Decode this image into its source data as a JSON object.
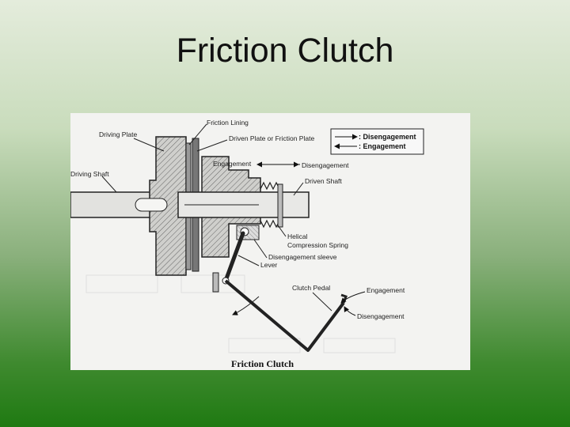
{
  "slide": {
    "title": "Friction Clutch"
  },
  "diagram": {
    "caption": "Friction Clutch",
    "legend": {
      "disengagement": ": Disengagement",
      "engagement": ": Engagement"
    },
    "labels": {
      "driving_plate": "Driving Plate",
      "friction_lining": "Friction Lining",
      "driven_plate": "Driven Plate or Friction Plate",
      "driving_shaft": "Driving Shaft",
      "engagement_top": "Engagement",
      "disengagement_top": "Disengagement",
      "driven_shaft": "Driven Shaft",
      "spring_1": "Helical",
      "spring_2": "Compression Spring",
      "sleeve": "Disengagement sleeve",
      "lever": "Lever",
      "pedal": "Clutch Pedal",
      "engagement_pedal": "Engagement",
      "disengagement_pedal": "Disengagement"
    }
  }
}
